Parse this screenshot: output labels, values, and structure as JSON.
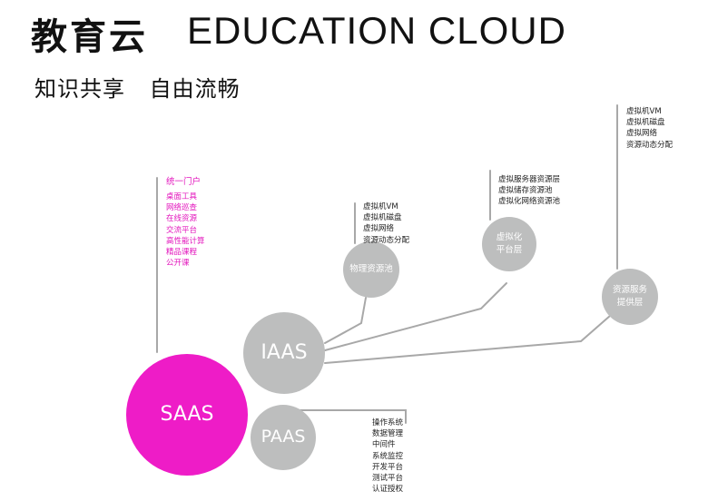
{
  "header": {
    "title_cn": "教育云",
    "title_en": "EDUCATION CLOUD",
    "subtitle_a": "知识共享",
    "subtitle_b": "自由流畅"
  },
  "colors": {
    "accent_pink": "#ee1cc7",
    "node_gray": "#bdbebe",
    "line_gray": "#a8a8a8"
  },
  "nodes": {
    "saas": "SAAS",
    "iaas": "IAAS",
    "paas": "PAAS",
    "physical_pool": "物理资源池",
    "virtual_platform": "虚拟化\n平台层",
    "resource_service": "资源服务\n提供层"
  },
  "saas_list": {
    "heading": "统一门户",
    "items": [
      "桌面工具",
      "网络巡查",
      "在线资源",
      "交流平台",
      "高性能计算",
      "精品课程",
      "公开课"
    ]
  },
  "physical_list": {
    "items": [
      "虚拟机VM",
      "虚拟机磁盘",
      "虚拟网络",
      "资源动态分配"
    ]
  },
  "virtual_list": {
    "items": [
      "虚拟服务器资源层",
      "虚拟储存资源池",
      "虚拟化网络资源池"
    ]
  },
  "resource_list": {
    "items": [
      "虚拟机VM",
      "虚拟机磁盘",
      "虚拟网络",
      "资源动态分配"
    ]
  },
  "paas_list": {
    "items": [
      "操作系统",
      "数据管理",
      "中间件",
      "系统监控",
      "开发平台",
      "测试平台",
      "认证授权"
    ]
  }
}
